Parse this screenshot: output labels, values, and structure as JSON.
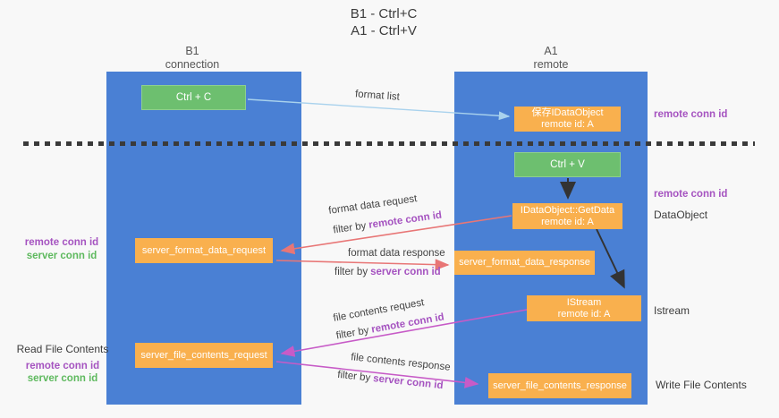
{
  "title": {
    "line1": "B1 - Ctrl+C",
    "line2": "A1 - Ctrl+V"
  },
  "columns": {
    "left": {
      "header_line1": "B1",
      "header_line2": "connection"
    },
    "right": {
      "header_line1": "A1",
      "header_line2": "remote"
    }
  },
  "nodes": {
    "ctrl_c": {
      "label": "Ctrl + C"
    },
    "save_idataobject": {
      "line1": "保存IDataObject",
      "line2": "remote id: A"
    },
    "ctrl_v": {
      "label": "Ctrl + V"
    },
    "getdata": {
      "line1": "IDataObject::GetData",
      "line2": "remote id: A"
    },
    "server_format_data_request": {
      "label": "server_format_data_request"
    },
    "server_format_data_response": {
      "label": "server_format_data_response"
    },
    "istream": {
      "line1": "IStream",
      "line2": "remote id: A"
    },
    "server_file_contents_request": {
      "label": "server_file_contents_request"
    },
    "server_file_contents_response": {
      "label": "server_file_contents_response"
    }
  },
  "edge_labels": {
    "format_list": "format list",
    "format_data_request": "format data request",
    "format_data_response": "format data response",
    "file_contents_request": "file contents request",
    "file_contents_response": "file contents response",
    "filter_prefix": "filter by",
    "remote_conn_id": "remote conn id",
    "server_conn_id": "server conn id"
  },
  "side_labels": {
    "right": {
      "top_conn_id": "remote conn id",
      "mid_conn_id": "remote conn id",
      "dataobject": "DataObject",
      "istream": "Istream",
      "write_file_contents": "Write File Contents"
    },
    "left": {
      "top": {
        "remote_conn_id": "remote conn id",
        "server_conn_id": "server conn id"
      },
      "bottom": {
        "title": "Read File Contents",
        "remote_conn_id": "remote conn id",
        "server_conn_id": "server conn id"
      }
    }
  },
  "arrows": [
    {
      "name": "format-list",
      "from": "ctrl_c",
      "to": "save_idataobject",
      "color": "light_blue"
    },
    {
      "name": "ctrl-v-to-getdata",
      "from": "ctrl_v",
      "to": "getdata",
      "color": "black"
    },
    {
      "name": "format-data-request",
      "from": "getdata",
      "to": "server_format_data_request",
      "color": "red"
    },
    {
      "name": "format-data-response",
      "from": "server_format_data_request",
      "to": "server_format_data_response",
      "color": "red"
    },
    {
      "name": "getdata-to-istream",
      "from": "getdata",
      "to": "istream",
      "color": "black"
    },
    {
      "name": "file-contents-request",
      "from": "istream",
      "to": "server_file_contents_request",
      "color": "magenta"
    },
    {
      "name": "file-contents-response",
      "from": "server_file_contents_request",
      "to": "server_file_contents_response",
      "color": "magenta"
    }
  ],
  "colors": {
    "column_blue": "#4a80d4",
    "box_orange": "#f9b04e",
    "box_green": "#6dbf6f",
    "arrow_red": "#e87676",
    "arrow_magenta": "#c75bc7",
    "arrow_light_blue": "#a9d2ed",
    "arrow_black": "#333333",
    "label_purple": "#a553c0",
    "label_green": "#5eb95e"
  }
}
